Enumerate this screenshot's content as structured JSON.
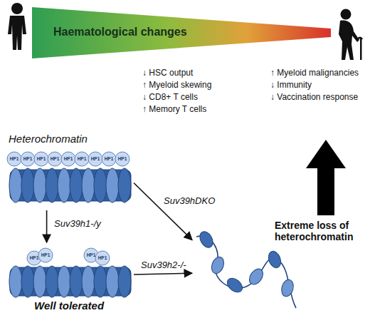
{
  "diagram": {
    "nodes": [
      {
        "text": [
          "Haematological changes"
        ]
      },
      {
        "text": [
          "Heterochromatin"
        ]
      },
      {
        "text": [
          "Well tolerated"
        ]
      },
      {
        "text": [
          "Extreme loss of heterochromatin"
        ]
      }
    ],
    "edges": [
      {
        "from": 1,
        "to": 2,
        "arrow": "to",
        "label": "Suv39h1-/y"
      },
      {
        "from": 1,
        "to": 3,
        "arrow": "to",
        "label": "Suv39hDKO"
      },
      {
        "from": 2,
        "to": 3,
        "arrow": "to",
        "label": "Suv39h2-/-"
      }
    ],
    "labels": [
      "↓ HSC output",
      "↑ Myeloid skewing",
      "↓ CD8+ T cells",
      "↑ Memory T cells",
      "↑ Myeloid malignancies",
      "↓ Immunity",
      "↓ Vaccination response",
      "HP1",
      "HP1",
      "HP1",
      "HP1",
      "HP1",
      "HP1",
      "HP1",
      "HP1",
      "HP1",
      "HP1",
      "HP1",
      "HP1",
      "HP1"
    ]
  }
}
